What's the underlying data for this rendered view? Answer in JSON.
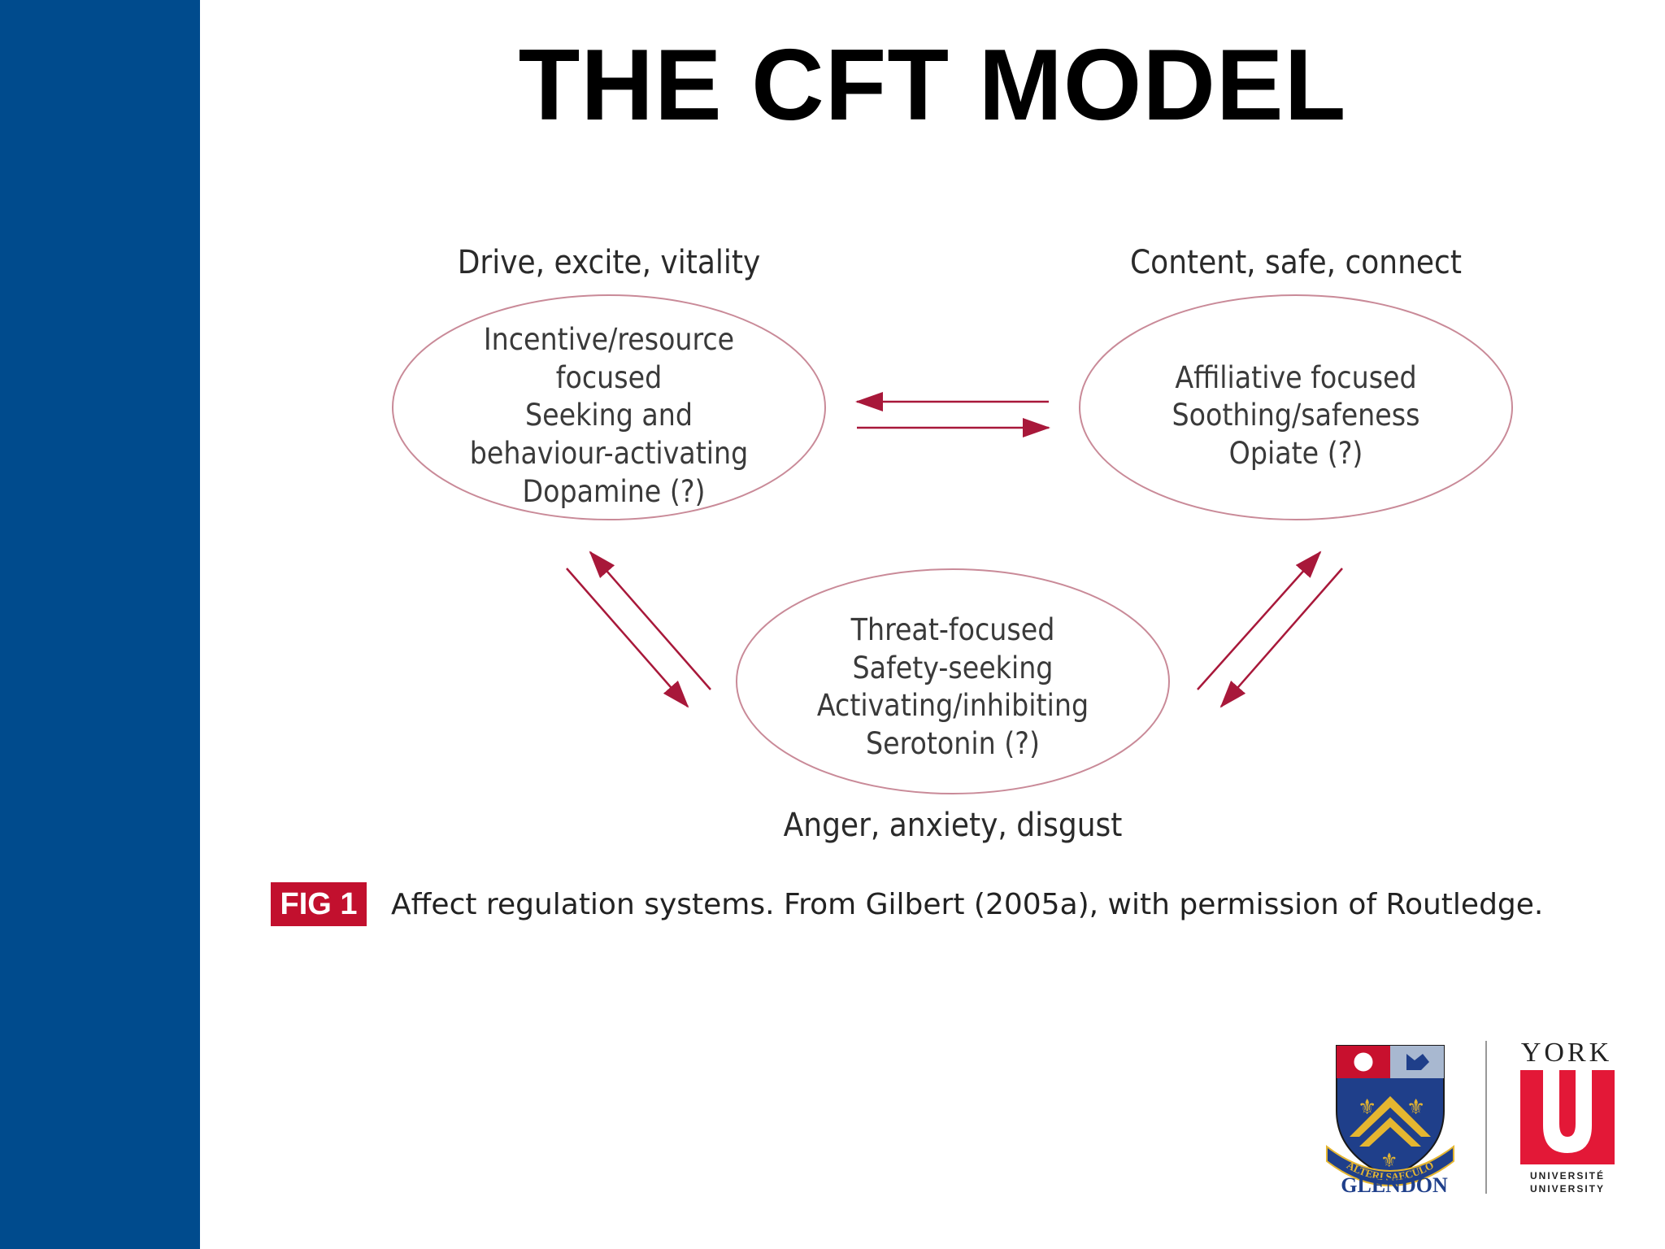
{
  "slide": {
    "title": "THE CFT MODEL"
  },
  "diagram": {
    "drive": {
      "heading": "Drive, excite, vitality",
      "lines": [
        "Incentive/resource",
        "focused",
        "Seeking and",
        "behaviour-activating",
        "Dopamine (?)"
      ]
    },
    "soothing": {
      "heading": "Content, safe, connect",
      "lines": [
        "Affiliative focused",
        "Soothing/safeness",
        "Opiate (?)"
      ]
    },
    "threat": {
      "heading": "Anger, anxiety, disgust",
      "lines": [
        "Threat-focused",
        "Safety-seeking",
        "Activating/inhibiting",
        "Serotonin (?)"
      ]
    }
  },
  "caption": {
    "badge": "FIG 1",
    "text": "Affect regulation systems. From Gilbert (2005a), with permission of Routledge."
  },
  "logos": {
    "glendon": {
      "motto": "ALTERI SAECULO",
      "name": "GLENDON"
    },
    "york": {
      "name": "YORK",
      "line1": "UNIVERSITÉ",
      "line2": "UNIVERSITY"
    }
  },
  "colors": {
    "sidebar": "#004b8d",
    "ellipse_stroke": "#c98a98",
    "arrow": "#a8183a",
    "fig_badge": "#c2102e",
    "york_red": "#e31837"
  }
}
